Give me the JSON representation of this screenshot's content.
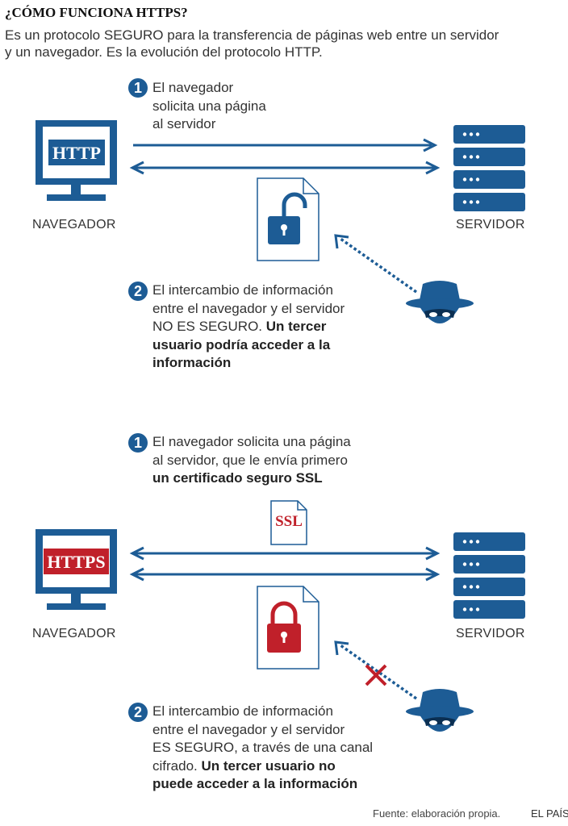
{
  "title": "¿CÓMO FUNCIONA HTTPS?",
  "subtitle": "Es un protocolo SEGURO para la transferencia de páginas web entre un servidor y un navegador. Es la evolución del protocolo HTTP.",
  "section_http": {
    "browser_screen_text": "HTTP",
    "browser_label": "NAVEGADOR",
    "server_label": "SERVIDOR",
    "step1": {
      "number": "1",
      "lines": [
        "El navegador",
        "solicita una página",
        "al servidor"
      ]
    },
    "step2": {
      "number": "2",
      "line1": "El intercambio de información",
      "line2": "entre el navegador y el servidor",
      "line3_plain": "NO ES SEGURO.",
      "line3_bold": "Un tercer",
      "line4_bold": "usuario podría acceder a la",
      "line5_bold": "información"
    },
    "lock_state": "unlocked",
    "lock_color": "#1d5c95"
  },
  "section_https": {
    "browser_screen_text": "HTTPS",
    "browser_label": "NAVEGADOR",
    "server_label": "SERVIDOR",
    "certificate_text": "SSL",
    "step1": {
      "number": "1",
      "line1": "El navegador solicita una página",
      "line2": "al servidor, que le envía primero",
      "line3_bold": "un certificado seguro SSL"
    },
    "step2": {
      "number": "2",
      "line1": "El intercambio de información",
      "line2": "entre el navegador y el servidor",
      "line3": "ES SEGURO, a través de una canal",
      "line4_plain": "cifrado.",
      "line4_bold": "Un tercer usuario no",
      "line5_bold": "puede acceder a la información"
    },
    "lock_state": "locked",
    "lock_color": "#c0202a",
    "blocked_marker": "x"
  },
  "colors": {
    "blue": "#1d5c95",
    "red": "#c0202a",
    "text": "#333333"
  },
  "footer": {
    "source": "Fuente: elaboración propia.",
    "brand": "EL PAÍS"
  }
}
